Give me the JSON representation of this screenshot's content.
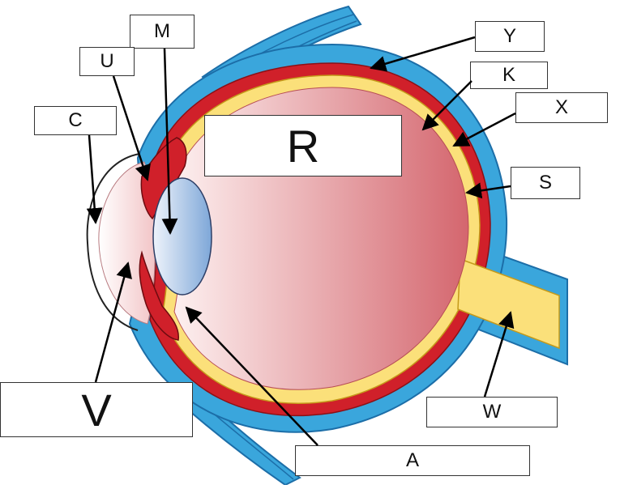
{
  "diagram": {
    "labels": {
      "M": "M",
      "U": "U",
      "C": "C",
      "R": "R",
      "V": "V",
      "Y": "Y",
      "K": "K",
      "X": "X",
      "S": "S",
      "W": "W",
      "A": "A"
    },
    "colors": {
      "sclera": "#3aa6dc",
      "sclera_edge": "#1c6ea8",
      "choroid": "#d0202a",
      "retina": "#fbe07a",
      "retina_edge": "#c59a1a",
      "vitreous_light": "#fbe3e3",
      "vitreous_dark": "#d4666e",
      "lens_light": "#eaf1fb",
      "lens_dark": "#7aa3d6",
      "muscle": "#2f8fc8",
      "leader": "#000000"
    }
  }
}
